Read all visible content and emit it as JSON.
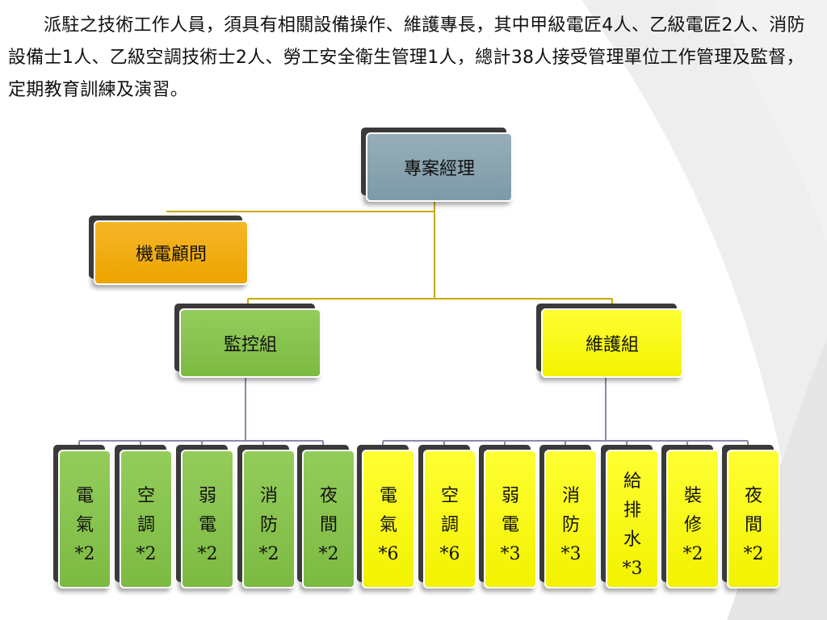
{
  "slide": {
    "intro_text": "派駐之技術工作人員，須具有相關設備操作、維護專長，其中甲級電匠4人、乙級電匠2人、消防設備士1人、乙級空調技術士2人、勞工安全衛生管理1人，總計38人接受管理單位工作管理及監督，定期教育訓練及演習。"
  },
  "org": {
    "top": "專案經理",
    "advisor": "機電顧問",
    "monitor_group": "監控組",
    "maintenance_group": "維護組",
    "monitor_teams": [
      {
        "line1": "電",
        "line2": "氣",
        "count": "*2"
      },
      {
        "line1": "空",
        "line2": "調",
        "count": "*2"
      },
      {
        "line1": "弱",
        "line2": "電",
        "count": "*2"
      },
      {
        "line1": "消",
        "line2": "防",
        "count": "*2"
      },
      {
        "line1": "夜",
        "line2": "間",
        "count": "*2"
      }
    ],
    "maintenance_teams": [
      {
        "line1": "電",
        "line2": "氣",
        "count": "*6"
      },
      {
        "line1": "空",
        "line2": "調",
        "count": "*6"
      },
      {
        "line1": "弱",
        "line2": "電",
        "count": "*3"
      },
      {
        "line1": "消",
        "line2": "防",
        "count": "*3"
      },
      {
        "line1": "給",
        "line2": "排",
        "line3": "水",
        "count": "*3"
      },
      {
        "line1": "裝",
        "line2": "修",
        "count": "*2"
      },
      {
        "line1": "夜",
        "line2": "間",
        "count": "*2"
      }
    ]
  },
  "colors": {
    "manager": "#8aa4b1",
    "advisor": "#f0a800",
    "monitor": "#86c34d",
    "maintenance": "#ffff00",
    "connector_top": "#c8a800",
    "connector_bottom": "#8a8aa8"
  }
}
